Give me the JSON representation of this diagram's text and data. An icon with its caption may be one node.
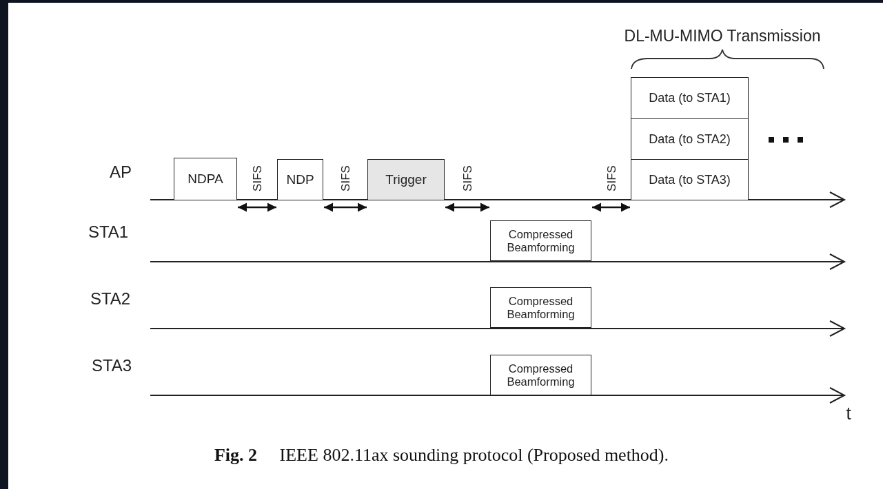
{
  "diagram": {
    "caption": "**Fig. 2**     IEEE 802.11ax sounding protocol (Proposed method).",
    "nodes": [
      {
        "text": [
          "NDPA"
        ]
      },
      {
        "text": [
          "NDP"
        ]
      },
      {
        "text": [
          "Trigger"
        ]
      },
      {
        "text": [
          "Data (to STA1)"
        ]
      },
      {
        "text": [
          "Data (to STA2)"
        ]
      },
      {
        "text": [
          "Data (to STA3)"
        ]
      },
      {
        "text": [
          "Compressed Beamforming"
        ]
      },
      {
        "text": [
          "Compressed Beamforming"
        ]
      },
      {
        "text": [
          "Compressed Beamforming"
        ]
      }
    ],
    "edges": [
      {
        "from": 0,
        "to": 1,
        "arrow": "both",
        "label": "SIFS"
      },
      {
        "from": 1,
        "to": 2,
        "arrow": "both",
        "label": "SIFS"
      },
      {
        "from": 2,
        "to": 6,
        "arrow": "both",
        "label": "SIFS"
      },
      {
        "from": 6,
        "to": 5,
        "arrow": "both",
        "label": "SIFS"
      }
    ],
    "labels": [
      "DL-MU-MIMO Transmission",
      "AP",
      "STA1",
      "STA2",
      "STA3",
      "t"
    ]
  }
}
